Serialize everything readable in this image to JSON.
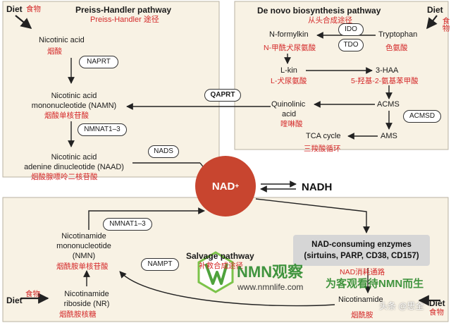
{
  "panels": {
    "preiss": {
      "title": "Preiss-Handler pathway",
      "subtitle": "Preiss-Handler 途径"
    },
    "denovo": {
      "title": "De novo biosynthesis pathway",
      "subtitle": "从头合成途径"
    },
    "salvage": {
      "title": "Salvage pathway",
      "subtitle": "补救合成途径"
    }
  },
  "diet": {
    "en": "Diet",
    "zh": "食物"
  },
  "nodes": {
    "nicotinic_acid": {
      "en": "Nicotinic acid",
      "zh": "烟酸"
    },
    "namn": {
      "en1": "Nicotinic acid",
      "en2": "mononucleotide (NAMN)",
      "zh": "烟酸单核苷酸"
    },
    "naad": {
      "en1": "Nicotinic acid",
      "en2": "adenine dinucleotide (NAAD)",
      "zh": "烟酸腺嘌呤二核苷酸"
    },
    "n_formylkin": {
      "en": "N-formylkin",
      "zh": "N-甲酰犬尿氨酸"
    },
    "tryptophan": {
      "en": "Tryptophan",
      "zh": "色氨酸"
    },
    "l_kin": {
      "en": "L-kin",
      "zh": "L-犬尿氨酸"
    },
    "haa": {
      "en": "3-HAA",
      "zh": "5-羟基-2-氨基苯甲酸"
    },
    "quinolinic": {
      "en1": "Quinolinic",
      "en2": "acid",
      "zh": "喹啉酸"
    },
    "acms": {
      "en": "ACMS"
    },
    "ams": {
      "en": "AMS"
    },
    "tca": {
      "en": "TCA cycle",
      "zh": "三羧酸循环"
    },
    "nmn": {
      "en1": "Nicotinamide",
      "en2": "mononucleotide",
      "en3": "(NMN)",
      "zh": "烟酰胺单核苷酸"
    },
    "nr": {
      "en1": "Nicotinamide",
      "en2": "riboside (NR)",
      "zh": "烟酰胺核糖"
    },
    "nam": {
      "en": "Nicotinamide",
      "zh": "烟酰胺"
    },
    "nad": {
      "label": "NAD",
      "sup": "+"
    },
    "nadh": {
      "label": "NADH"
    }
  },
  "enzymes": {
    "naprt": "NAPRT",
    "nmnat_top": "NMNAT1–3",
    "nads": "NADS",
    "qaprt": "QAPRT",
    "ido": "IDO",
    "tdo": "TDO",
    "acmsd": "ACMSD",
    "nmnat_bottom": "NMNAT1–3",
    "nampt": "NAMPT"
  },
  "consuming": {
    "title": "NAD-consuming enzymes",
    "detail": "(sirtuins, PARP, CD38, CD157)",
    "zh": "NAD消耗通路"
  },
  "watermark": {
    "brand": "NMN观察",
    "url": "www.nmnlife.com",
    "slogan": "为客观看待NMN而生",
    "corner": "头条 @思全"
  }
}
